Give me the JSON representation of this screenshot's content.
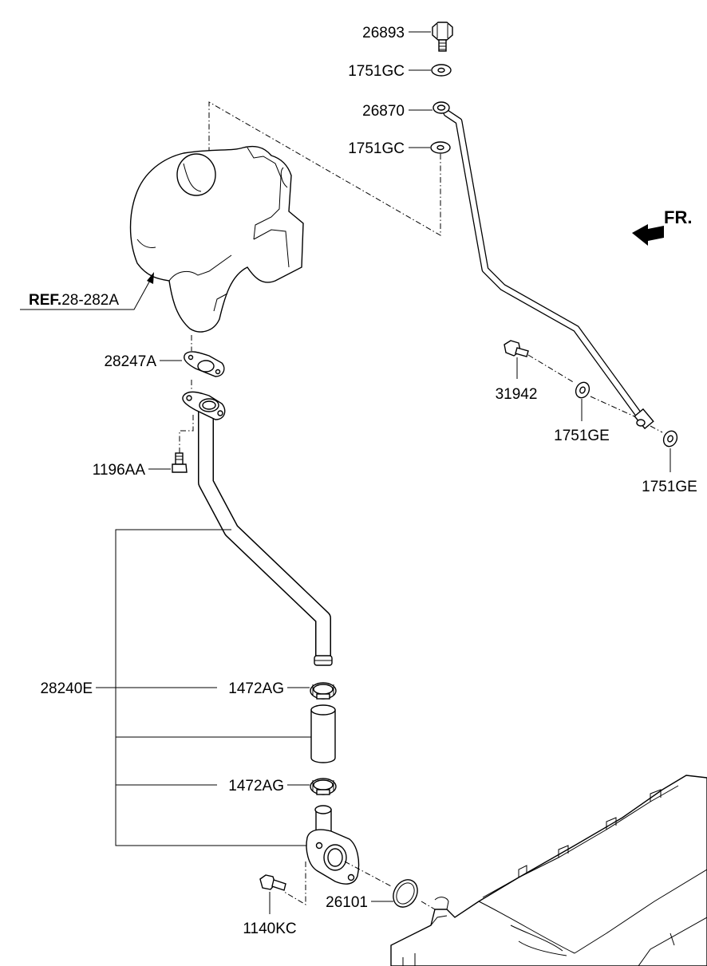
{
  "labels": {
    "p26893": "26893",
    "p1751gc_top": "1751GC",
    "p26870": "26870",
    "p1751gc_mid": "1751GC",
    "ref_prefix": "REF.",
    "ref_code": "28-282A",
    "p28247a": "28247A",
    "p1196aa": "1196AA",
    "p31942": "31942",
    "p1751ge_left": "1751GE",
    "p1751ge_right": "1751GE",
    "fr": "FR.",
    "p28240e": "28240E",
    "p1472ag_top": "1472AG",
    "p1472ag_bottom": "1472AG",
    "p26101": "26101",
    "p1140kc": "1140KC"
  }
}
